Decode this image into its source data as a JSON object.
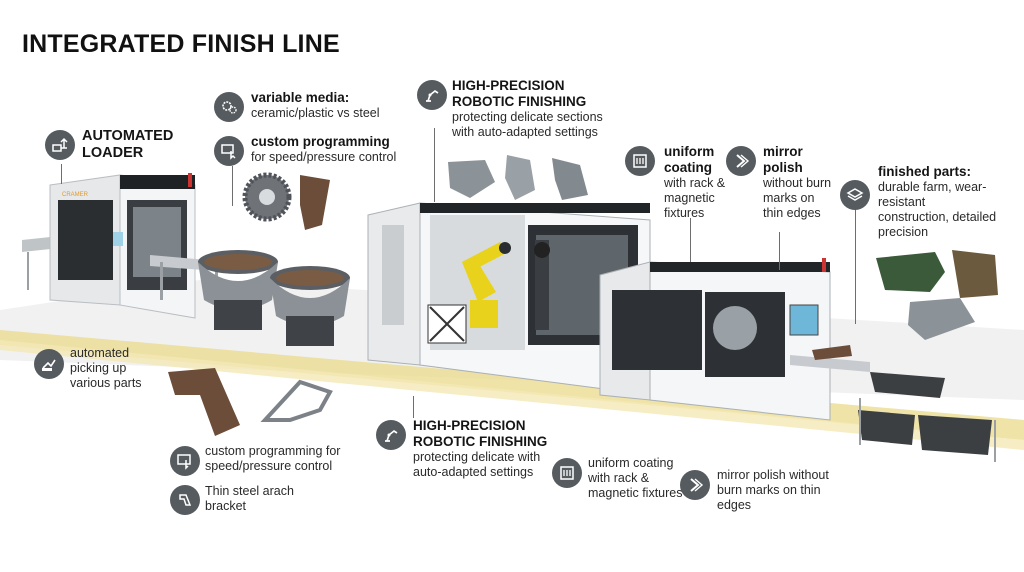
{
  "title": "INTEGRATED FINISH LINE",
  "labels": {
    "auto_loader": {
      "heading": "AUTOMATED LOADER"
    },
    "variable_media": {
      "heading": "variable media:",
      "body": "ceramic/plastic vs steel"
    },
    "custom_prog_top": {
      "heading": "custom programming",
      "body": "for speed/pressure control"
    },
    "robotic_top": {
      "heading": "HIGH-PRECISION ROBOTIC FINISHING",
      "body": "protecting delicate sections with auto-adapted settings"
    },
    "uniform_top": {
      "heading": "uniform coating",
      "body": "with rack & magnetic fixtures"
    },
    "mirror_top": {
      "heading": "mirror polish",
      "body": "without burn marks on thin edges"
    },
    "finished": {
      "heading": "finished parts:",
      "body": "durable farm, wear-resistant construction, detailed precision"
    },
    "picking": {
      "body": "automated picking up various parts"
    },
    "custom_prog_bottom": {
      "body": "custom programming for speed/pressure control"
    },
    "thin_steel": {
      "body": "Thin steel arach bracket"
    },
    "robotic_bottom": {
      "heading": "HIGH-PRECISION ROBOTIC FINISHING",
      "body": "protecting delicate with auto-adapted settings"
    },
    "uniform_bottom": {
      "body": "uniform coating with rack & magnetic fixtures"
    },
    "mirror_bottom": {
      "body": "mirror polish without burn marks on thin edges"
    }
  },
  "machine_text": {
    "loader_brand": "CRAMER"
  },
  "colors": {
    "icon_bg": "#555b5f",
    "robot": "#e8d21c",
    "bins": "#3b3f42",
    "floor_stripe": "#e9d98a",
    "finished_part_green": "#3a5a3a",
    "finished_part_bronze": "#6b5a3e"
  },
  "icons": [
    "loader-icon",
    "gears-icon",
    "touch-program-icon",
    "robot-arm-icon",
    "rack-icon",
    "polish-chevron-icon",
    "layers-icon",
    "hand-pick-icon",
    "screen-touch-icon",
    "bracket-icon",
    "robot-arm-icon-2",
    "rack-icon-2",
    "polish-chevron-icon-2"
  ]
}
